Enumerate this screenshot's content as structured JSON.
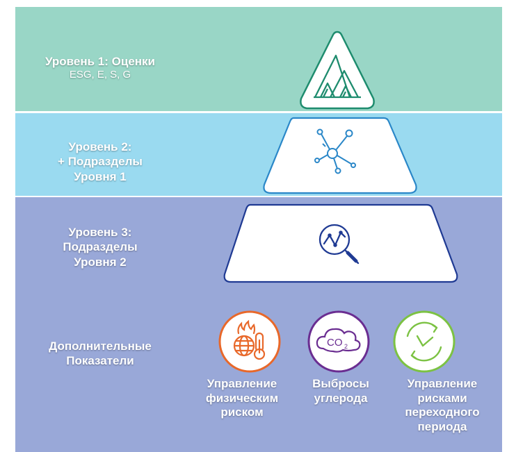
{
  "levels": [
    {
      "title": "Уровень 1: Оценки",
      "subtitle": "ESG, E, S, G",
      "icon": "mountain-icon",
      "color": "#99d6c6",
      "stroke": "#1e8c6e"
    },
    {
      "lines": [
        "Уровень 2:",
        "+ Подразделы",
        "Уровня 1"
      ],
      "icon": "network-icon",
      "color": "#9adaf0",
      "stroke": "#2a87c8"
    },
    {
      "lines": [
        "Уровень 3:",
        "Подразделы",
        "Уровня 2"
      ],
      "icon": "magnifier-chart-icon",
      "color": "#99a8d8",
      "stroke": "#1f3a93"
    }
  ],
  "additional": {
    "lines": [
      "Дополнительные",
      "Показатели"
    ],
    "indicators": [
      {
        "lines": [
          "Управление",
          "физическим",
          "риском"
        ],
        "icon": "globe-thermometer-fire-icon",
        "color": "#e8682a"
      },
      {
        "lines": [
          "Выбросы",
          "углерода"
        ],
        "icon": "co2-cloud-icon",
        "color": "#6a2d91"
      },
      {
        "lines": [
          "Управление",
          "рисками",
          "переходного",
          "периода"
        ],
        "icon": "cycle-clock-icon",
        "color": "#7cc243"
      }
    ]
  }
}
